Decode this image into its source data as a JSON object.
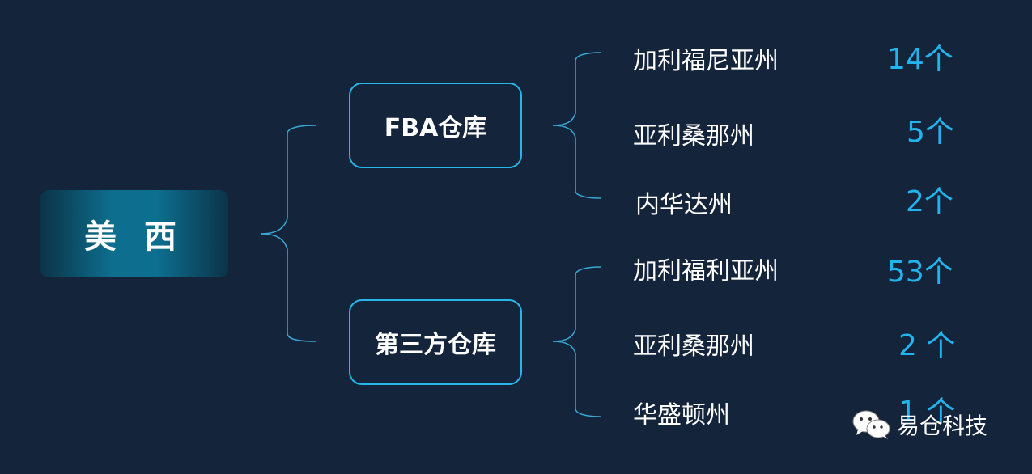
{
  "root": {
    "label": "美 西"
  },
  "branches": [
    {
      "label": "FBA仓库",
      "items": [
        {
          "state": "加利福尼亚州",
          "count": "14个"
        },
        {
          "state": "亚利桑那州",
          "count": "5个"
        },
        {
          "state": "内华达州",
          "count": "2个"
        }
      ]
    },
    {
      "label": "第三方仓库",
      "items": [
        {
          "state": "加利福利亚州",
          "count": "53个"
        },
        {
          "state": "亚利桑那州",
          "count": "2 个"
        },
        {
          "state": "华盛顿州",
          "count": "1 个"
        }
      ]
    }
  ],
  "logo": {
    "text": "易仓科技",
    "icon": "wechat-icon"
  },
  "colors": {
    "background": "#14243a",
    "accent": "#22b4ee",
    "connector": "#3aa7d6"
  }
}
